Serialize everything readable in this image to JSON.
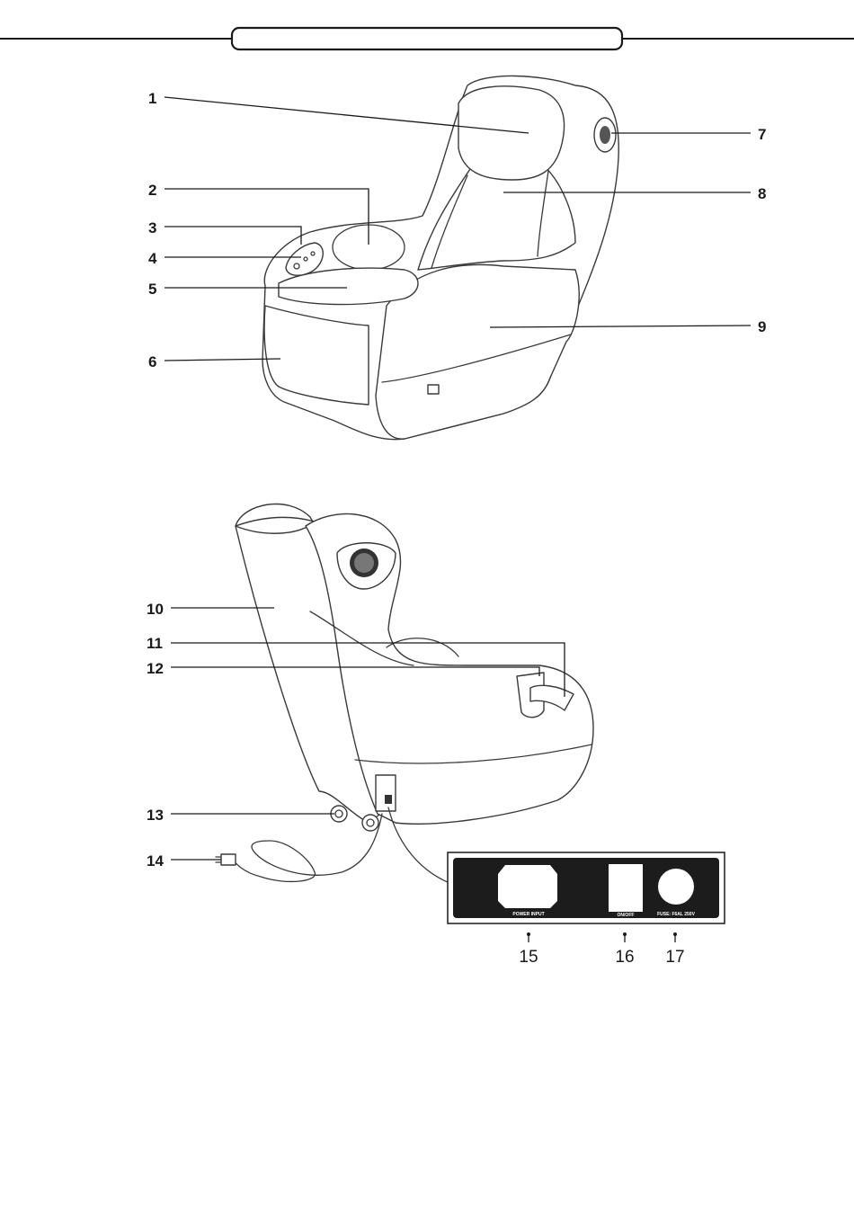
{
  "header": {
    "title": ""
  },
  "figure_top": {
    "labels": [
      "1",
      "2",
      "3",
      "4",
      "5",
      "6",
      "7",
      "8",
      "9"
    ]
  },
  "figure_bottom": {
    "labels": [
      "10",
      "11",
      "12",
      "13",
      "14"
    ]
  },
  "panel": {
    "labels": [
      "15",
      "16",
      "17"
    ],
    "power_input_text": "POWER INPUT",
    "switch_text": "ON/OFF",
    "fuse_text": "FUSE: F6AL 250V"
  },
  "colors": {
    "ink": "#1a1a1a",
    "panel": "#1c1c1c"
  }
}
